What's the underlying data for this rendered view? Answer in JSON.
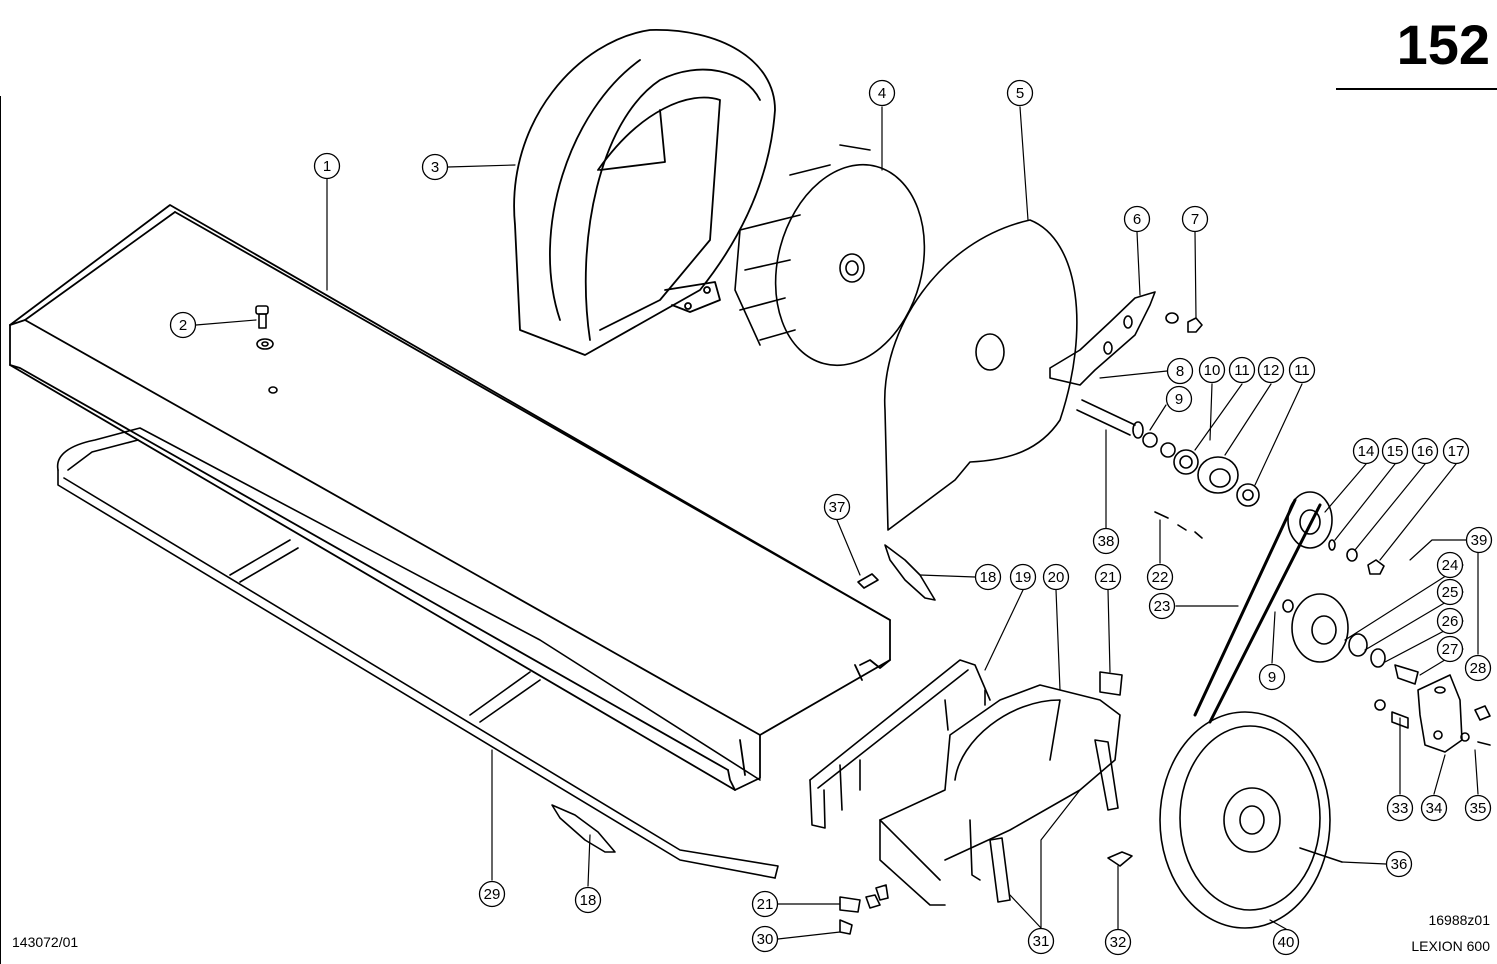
{
  "header": {
    "page_number": "152"
  },
  "footer": {
    "drawing_ref_left": "143072/01",
    "drawing_ref_right": "16988z01",
    "model": "LEXION 600"
  },
  "callouts": [
    {
      "n": "1"
    },
    {
      "n": "2"
    },
    {
      "n": "3"
    },
    {
      "n": "4"
    },
    {
      "n": "5"
    },
    {
      "n": "6"
    },
    {
      "n": "7"
    },
    {
      "n": "8"
    },
    {
      "n": "9"
    },
    {
      "n": "10"
    },
    {
      "n": "11"
    },
    {
      "n": "12"
    },
    {
      "n": "11"
    },
    {
      "n": "14"
    },
    {
      "n": "15"
    },
    {
      "n": "16"
    },
    {
      "n": "17"
    },
    {
      "n": "37"
    },
    {
      "n": "18"
    },
    {
      "n": "19"
    },
    {
      "n": "20"
    },
    {
      "n": "21"
    },
    {
      "n": "22"
    },
    {
      "n": "38"
    },
    {
      "n": "23"
    },
    {
      "n": "24"
    },
    {
      "n": "39"
    },
    {
      "n": "25"
    },
    {
      "n": "26"
    },
    {
      "n": "27"
    },
    {
      "n": "9"
    },
    {
      "n": "28"
    },
    {
      "n": "33"
    },
    {
      "n": "34"
    },
    {
      "n": "35"
    },
    {
      "n": "36"
    },
    {
      "n": "29"
    },
    {
      "n": "18"
    },
    {
      "n": "21"
    },
    {
      "n": "30"
    },
    {
      "n": "31"
    },
    {
      "n": "32"
    },
    {
      "n": "40"
    }
  ]
}
